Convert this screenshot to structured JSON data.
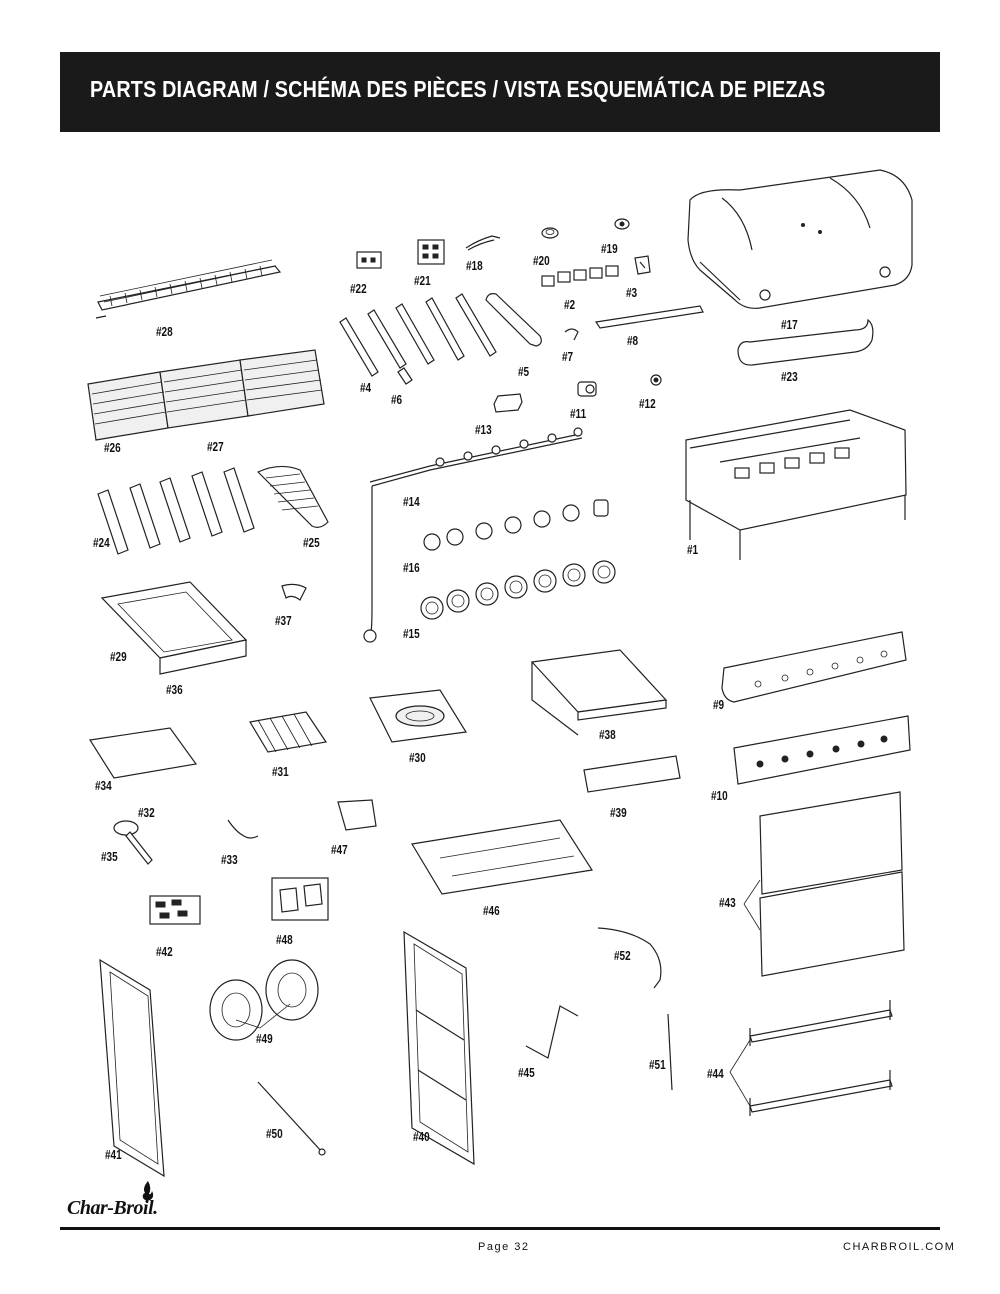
{
  "header": {
    "title": "PARTS DIAGRAM / SCHÉMA DES PIÈCES / VISTA ESQUEMÁTICA DE PIEZAS"
  },
  "parts": [
    {
      "label": "#1"
    },
    {
      "label": "#2"
    },
    {
      "label": "#3"
    },
    {
      "label": "#4"
    },
    {
      "label": "#5"
    },
    {
      "label": "#6"
    },
    {
      "label": "#7"
    },
    {
      "label": "#8"
    },
    {
      "label": "#9"
    },
    {
      "label": "#10"
    },
    {
      "label": "#11"
    },
    {
      "label": "#12"
    },
    {
      "label": "#13"
    },
    {
      "label": "#14"
    },
    {
      "label": "#15"
    },
    {
      "label": "#16"
    },
    {
      "label": "#17"
    },
    {
      "label": "#18"
    },
    {
      "label": "#19"
    },
    {
      "label": "#20"
    },
    {
      "label": "#21"
    },
    {
      "label": "#22"
    },
    {
      "label": "#23"
    },
    {
      "label": "#24"
    },
    {
      "label": "#25"
    },
    {
      "label": "#26"
    },
    {
      "label": "#27"
    },
    {
      "label": "#28"
    },
    {
      "label": "#29"
    },
    {
      "label": "#30"
    },
    {
      "label": "#31"
    },
    {
      "label": "#32"
    },
    {
      "label": "#33"
    },
    {
      "label": "#34"
    },
    {
      "label": "#35"
    },
    {
      "label": "#36"
    },
    {
      "label": "#37"
    },
    {
      "label": "#38"
    },
    {
      "label": "#39"
    },
    {
      "label": "#40"
    },
    {
      "label": "#41"
    },
    {
      "label": "#42"
    },
    {
      "label": "#43"
    },
    {
      "label": "#44"
    },
    {
      "label": "#45"
    },
    {
      "label": "#46"
    },
    {
      "label": "#47"
    },
    {
      "label": "#48"
    },
    {
      "label": "#49"
    },
    {
      "label": "#50"
    },
    {
      "label": "#51"
    },
    {
      "label": "#52"
    }
  ],
  "footer": {
    "page_number": "Page 32",
    "website": "CHARBROIL.COM",
    "brand": "Char-Broil."
  }
}
